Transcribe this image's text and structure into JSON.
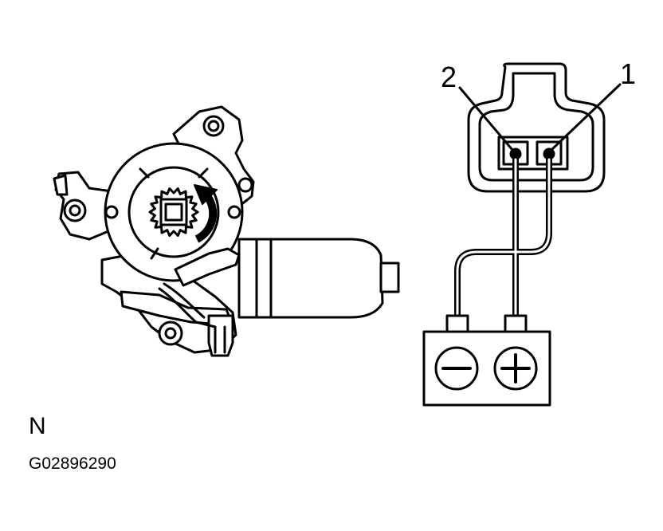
{
  "diagram": {
    "pin_labels": {
      "pin2": "2",
      "pin1": "1"
    },
    "battery": {
      "negative_symbol": "minus-icon",
      "positive_symbol": "plus-icon"
    },
    "rotation_direction": "counterclockwise",
    "position_label": "N",
    "figure_code": "G02896290"
  },
  "colors": {
    "line": "#000000",
    "background": "#ffffff"
  }
}
